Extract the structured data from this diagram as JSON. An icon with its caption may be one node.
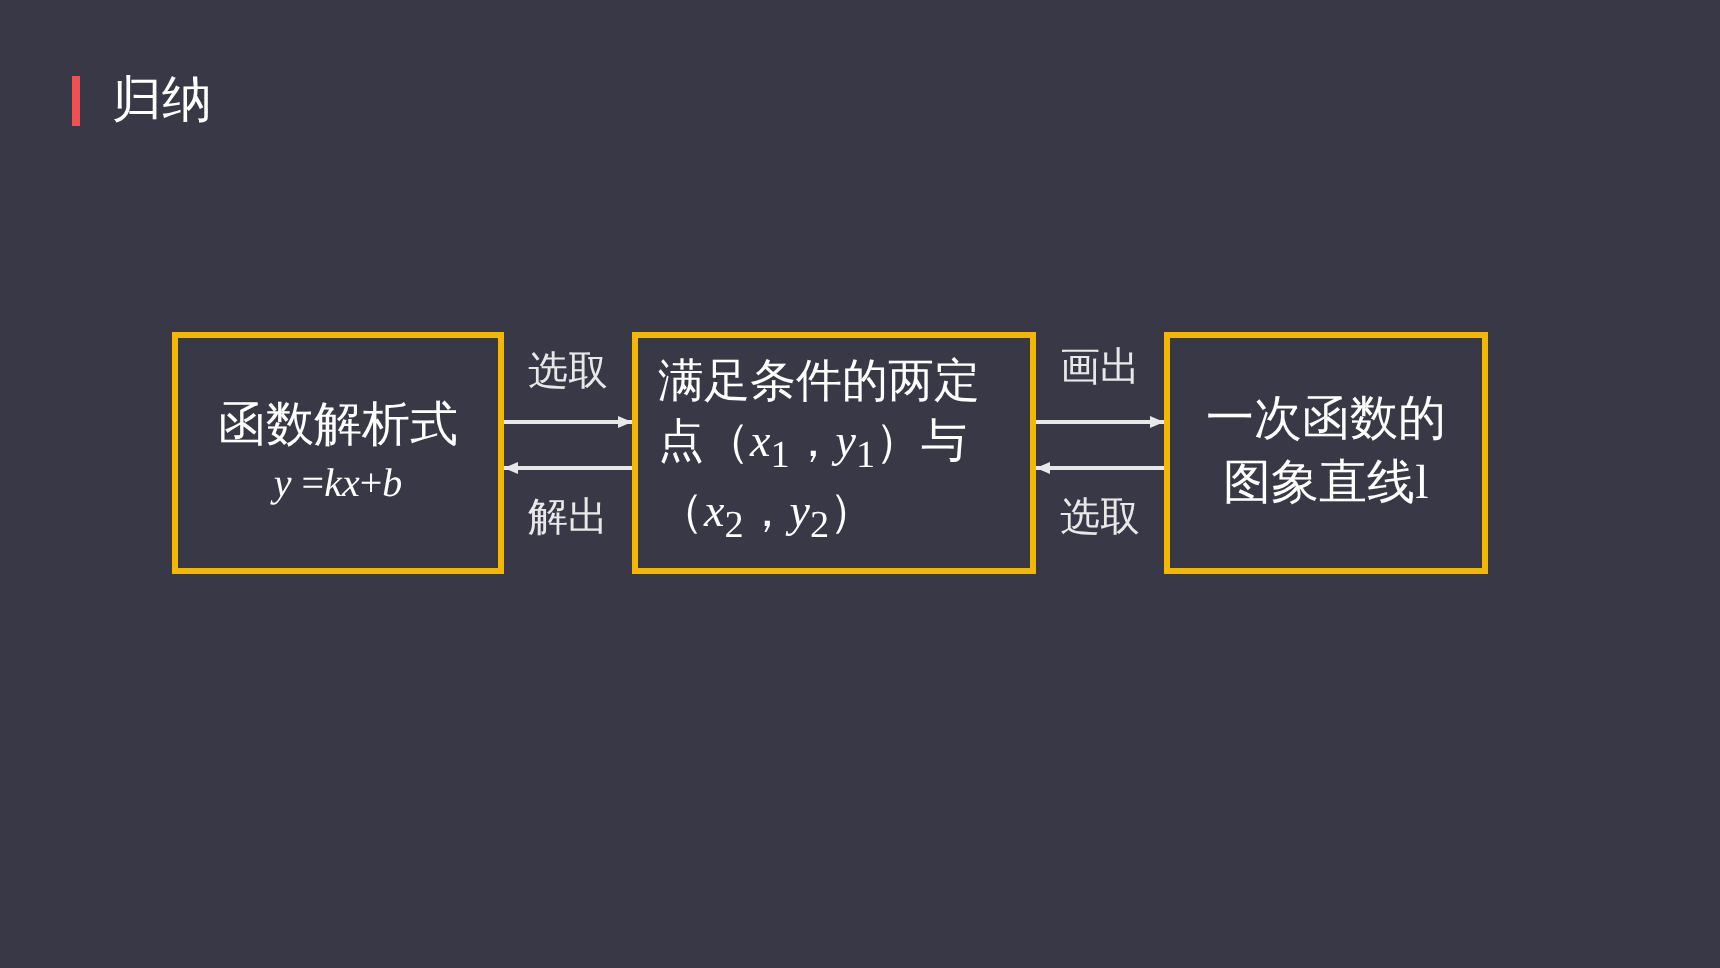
{
  "diagram": {
    "title": "归纳",
    "nodes": [
      {
        "text": [
          "函数解析式",
          "*y* =*kx*+*b*"
        ]
      },
      {
        "text": [
          "满足条件的两定点（*x*$_{1}$，*y*$_{1}$）与（*x*$_{2}$，*y*$_{2}$）"
        ]
      },
      {
        "text": [
          "一次函数的图象直线l"
        ]
      }
    ],
    "edges": [
      {
        "from": 0,
        "to": 1,
        "arrow": "to",
        "label": "选取"
      },
      {
        "from": 1,
        "to": 0,
        "arrow": "to",
        "label": "解出"
      },
      {
        "from": 1,
        "to": 2,
        "arrow": "to",
        "label": "画出"
      },
      {
        "from": 2,
        "to": 1,
        "arrow": "to",
        "label": "选取"
      }
    ]
  }
}
